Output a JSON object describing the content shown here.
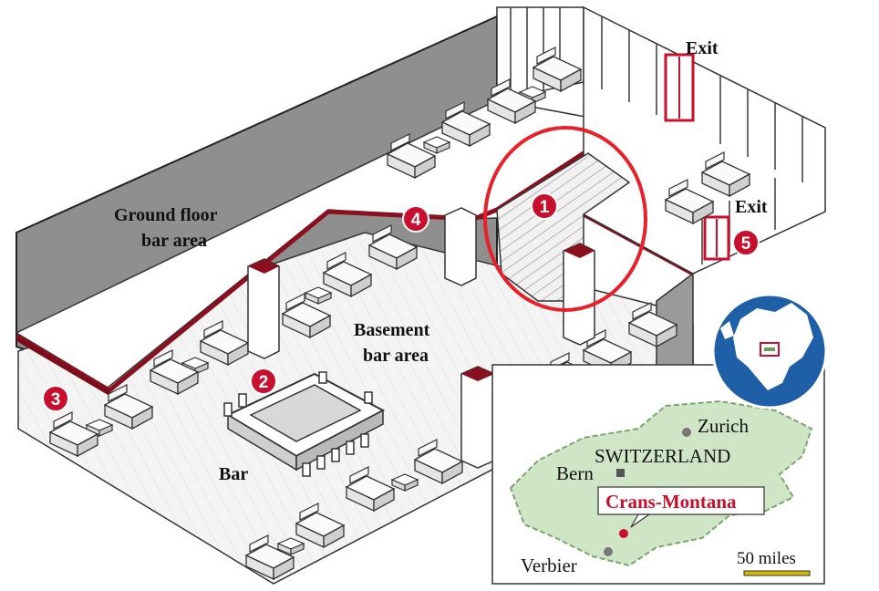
{
  "labels": {
    "ground_floor_line1": "Ground floor",
    "ground_floor_line2": "bar area",
    "basement_line1": "Basement",
    "basement_line2": "bar area",
    "bar": "Bar",
    "exit_top": "Exit",
    "exit_right": "Exit"
  },
  "markers": [
    "1",
    "2",
    "3",
    "4",
    "5"
  ],
  "map": {
    "country": "SWITZERLAND",
    "cities": {
      "zurich": "Zurich",
      "bern": "Bern",
      "crans_montana": "Crans-Montana",
      "verbier": "Verbier"
    },
    "scale": "50 miles"
  },
  "colors": {
    "accent_red": "#c8102e",
    "highlight_circle": "#e8202a",
    "wall_grey": "#8f8f8f",
    "floor": "#f3f3f3",
    "map_green": "#cfe5c6",
    "globe_blue": "#1f5fa8"
  }
}
